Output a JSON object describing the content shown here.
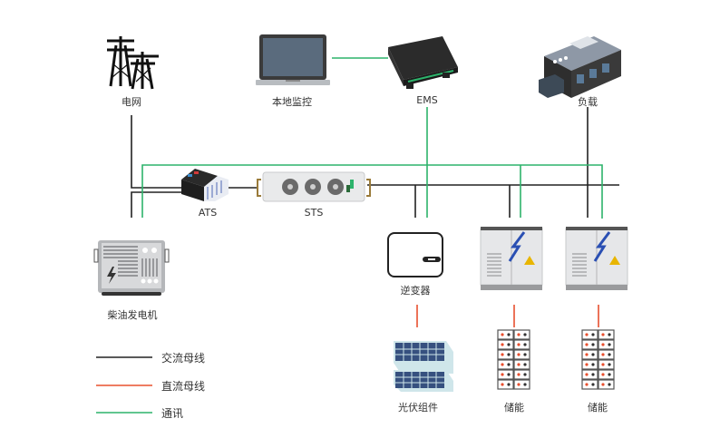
{
  "colors": {
    "ac_bus": "#222222",
    "dc_bus": "#e8502f",
    "comm": "#2db36b",
    "label": "#333333"
  },
  "nodes": {
    "grid": {
      "label": "电网",
      "icon": "power-tower-icon"
    },
    "local_monitor": {
      "label": "本地监控",
      "icon": "laptop-icon"
    },
    "ems": {
      "label": "EMS",
      "icon": "ems-controller-icon"
    },
    "load": {
      "label": "负载",
      "icon": "building-icon"
    },
    "ats": {
      "label": "ATS",
      "icon": "ats-switch-icon"
    },
    "sts": {
      "label": "STS",
      "icon": "sts-module-icon"
    },
    "diesel": {
      "label": "柴油发电机",
      "icon": "diesel-generator-icon"
    },
    "inverter": {
      "label": "逆变器",
      "icon": "inverter-icon"
    },
    "pv": {
      "label": "光伏组件",
      "icon": "solar-panel-icon"
    },
    "storage1": {
      "label": "储能",
      "icon": "battery-rack-icon"
    },
    "storage2": {
      "label": "储能",
      "icon": "battery-rack-icon"
    },
    "cabinet1": {
      "label": "",
      "icon": "storage-cabinet-icon"
    },
    "cabinet2": {
      "label": "",
      "icon": "storage-cabinet-icon"
    }
  },
  "legend": [
    {
      "label": "交流母线",
      "type": "ac_bus"
    },
    {
      "label": "直流母线",
      "type": "dc_bus"
    },
    {
      "label": "通讯",
      "type": "comm"
    }
  ]
}
